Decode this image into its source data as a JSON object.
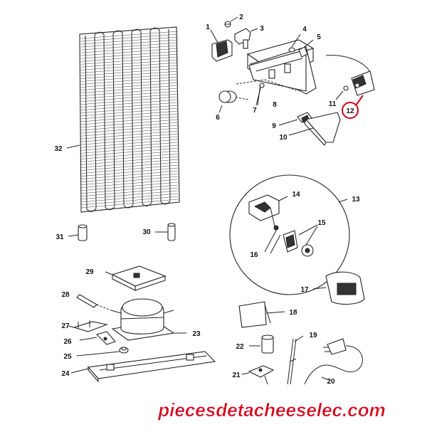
{
  "labels": {
    "l1": "1",
    "l2": "2",
    "l3": "3",
    "l4": "4",
    "l5": "5",
    "l6": "6",
    "l7": "7",
    "l8": "8",
    "l9": "9",
    "l10": "10",
    "l11": "11",
    "l12": "12",
    "l13": "13",
    "l14": "14",
    "l15": "15",
    "l16": "16",
    "l17": "17",
    "l18": "18",
    "l19": "19",
    "l20": "20",
    "l21": "21",
    "l22": "22",
    "l23": "23",
    "l24": "24",
    "l25": "25",
    "l26": "26",
    "l27": "27",
    "l28": "28",
    "l29": "29",
    "l30": "30",
    "l31": "31",
    "l32": "32"
  },
  "watermark": "piecesdetacheeselec.com",
  "colors": {
    "highlight": "#d4001a",
    "watermark_fill": "#d4001a",
    "watermark_stroke": "#ffffff",
    "ink": "#222222"
  }
}
